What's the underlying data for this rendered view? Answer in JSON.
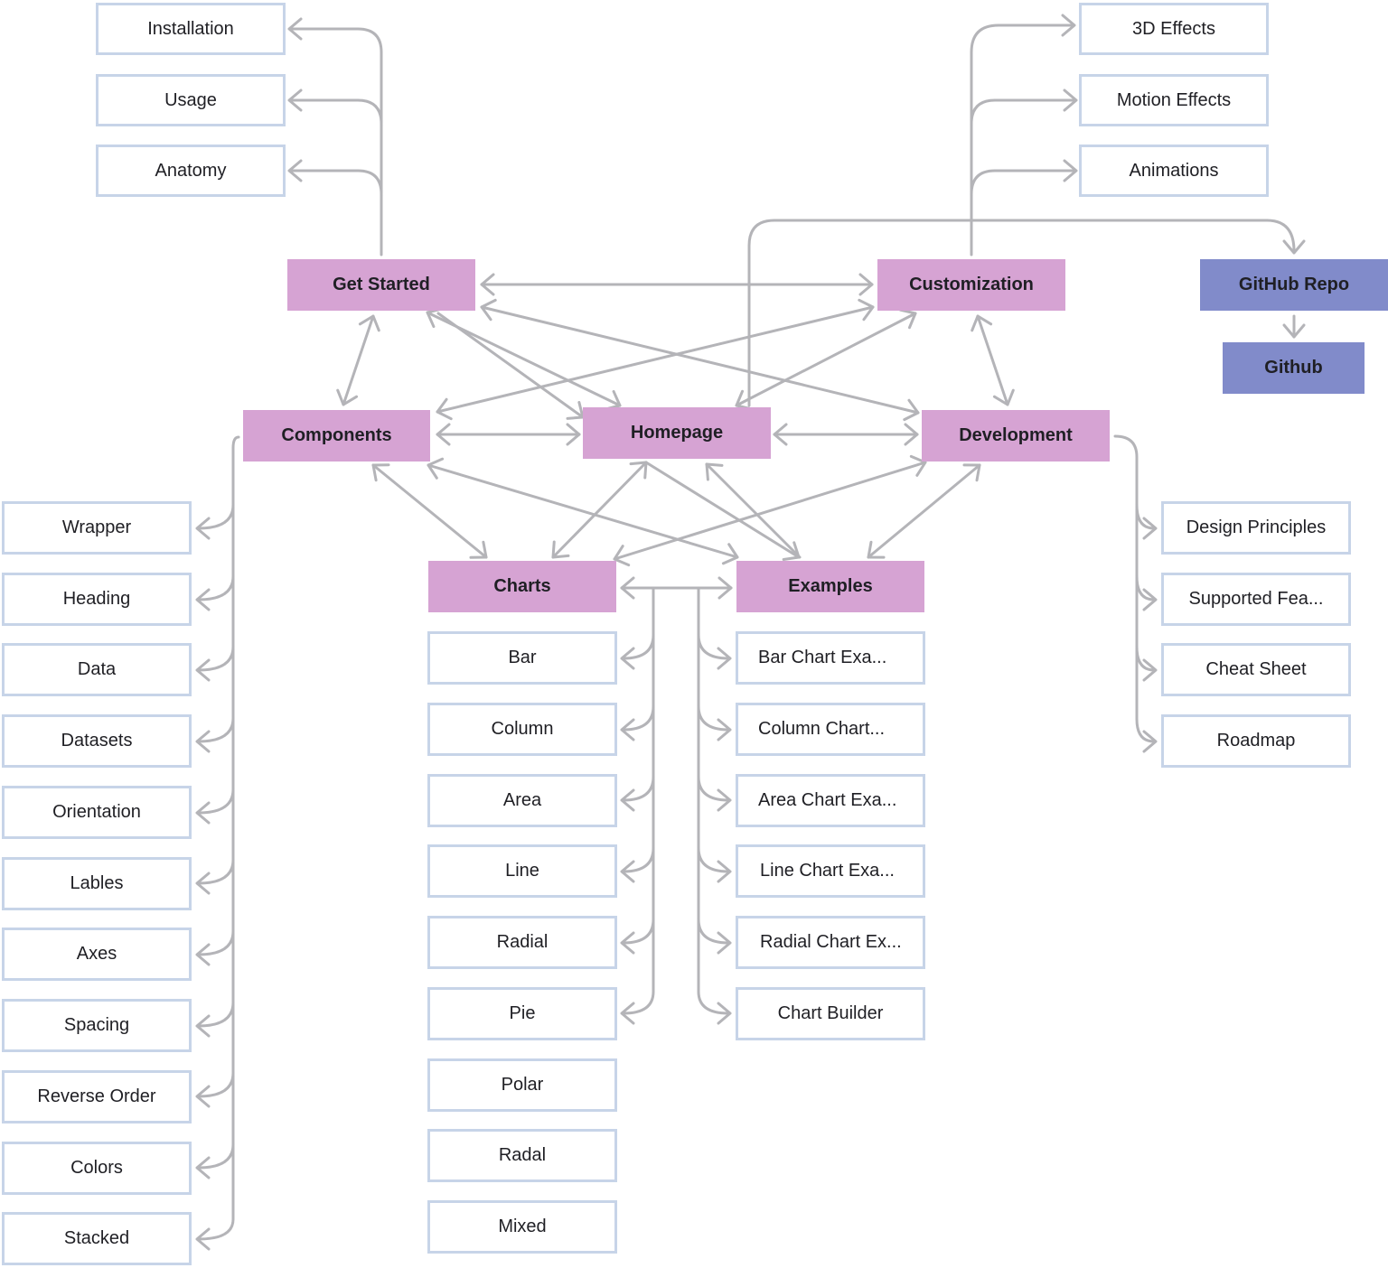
{
  "colors": {
    "hub": "#d6a3d3",
    "repo": "#818bca",
    "leaf_border": "#c7d4e8",
    "connector": "#b4b4b8",
    "text": "#1f1f24"
  },
  "hubs": {
    "get_started": "Get Started",
    "customization": "Customization",
    "components": "Components",
    "homepage": "Homepage",
    "development": "Development",
    "charts": "Charts",
    "examples": "Examples"
  },
  "repo": {
    "github_repo": "GitHub Repo",
    "github": "Github"
  },
  "get_started_items": [
    "Installation",
    "Usage",
    "Anatomy"
  ],
  "customization_items": [
    "3D Effects",
    "Motion Effects",
    "Animations"
  ],
  "components_items": [
    "Wrapper",
    "Heading",
    "Data",
    "Datasets",
    "Orientation",
    "Lables",
    "Axes",
    "Spacing",
    "Reverse Order",
    "Colors",
    "Stacked"
  ],
  "charts_items": [
    "Bar",
    "Column",
    "Area",
    "Line",
    "Radial",
    "Pie",
    "Polar",
    "Radal",
    "Mixed"
  ],
  "examples_items": [
    "Bar Chart Exa...",
    "Column Chart...",
    "Area Chart Exa...",
    "Line Chart Exa...",
    "Radial Chart Ex...",
    "Chart Builder"
  ],
  "development_items": [
    "Design Principles",
    "Supported Fea...",
    "Cheat Sheet",
    "Roadmap"
  ]
}
